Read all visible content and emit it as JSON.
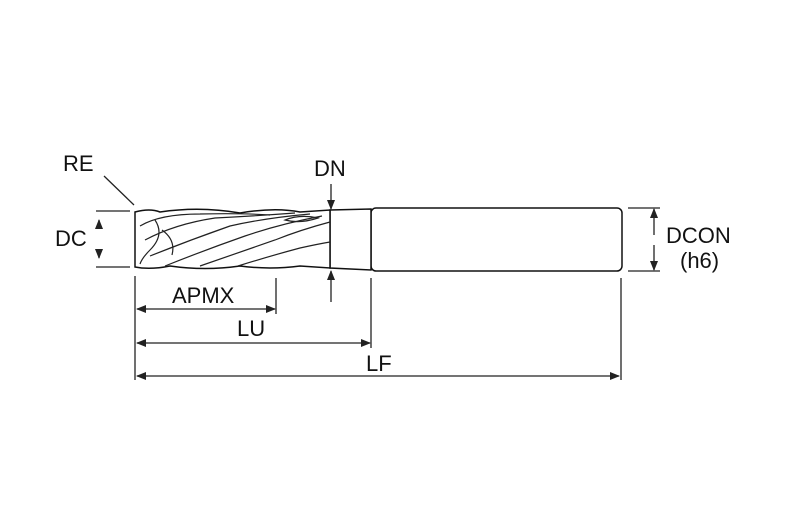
{
  "labels": {
    "re": "RE",
    "dc": "DC",
    "dn": "DN",
    "dcon_line1": "DCON",
    "dcon_line2": "(h6)",
    "apmx": "APMX",
    "lu": "LU",
    "lf": "LF"
  }
}
